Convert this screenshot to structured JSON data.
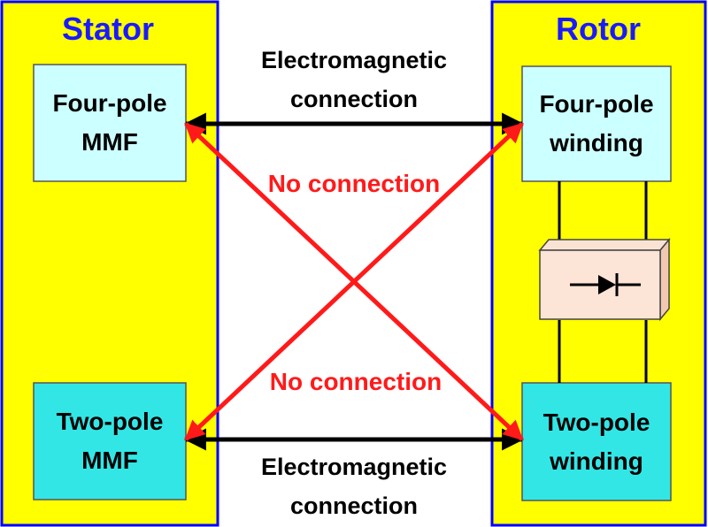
{
  "stator": {
    "title": "Stator",
    "four_pole": {
      "line1": "Four-pole",
      "line2": "MMF"
    },
    "two_pole": {
      "line1": "Two-pole",
      "line2": "MMF"
    }
  },
  "rotor": {
    "title": "Rotor",
    "four_pole": {
      "line1": "Four-pole",
      "line2": "winding"
    },
    "two_pole": {
      "line1": "Two-pole",
      "line2": "winding"
    }
  },
  "connections": {
    "top": {
      "line1": "Electromagnetic",
      "line2": "connection"
    },
    "bottom": {
      "line1": "Electromagnetic",
      "line2": "connection"
    },
    "no_connection_top": "No connection",
    "no_connection_bottom": "No connection"
  },
  "colors": {
    "panel_fill": "#ffff00",
    "panel_border": "#0000ff",
    "title_text": "#1a1aff",
    "four_pole_box": "#ccffff",
    "two_pole_box": "#33e6e6",
    "rectifier_box": "#fce4d6",
    "cross_arrows": "#ff1a1a",
    "black_arrows": "#000000"
  },
  "icons": {
    "rectifier": "diode-icon"
  }
}
